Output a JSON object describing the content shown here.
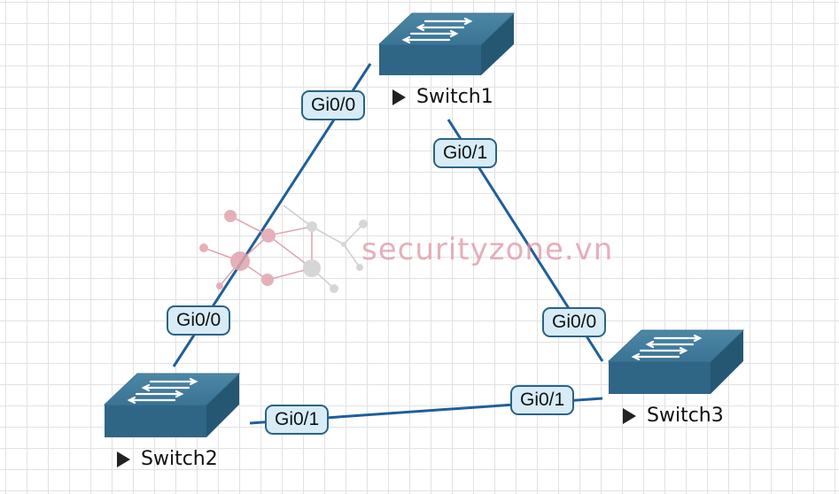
{
  "topology": {
    "devices": [
      {
        "id": "switch1",
        "name": "Switch1"
      },
      {
        "id": "switch2",
        "name": "Switch2"
      },
      {
        "id": "switch3",
        "name": "Switch3"
      }
    ],
    "links": [
      {
        "from": "Switch1",
        "from_port": "Gi0/0",
        "to": "Switch2",
        "to_port": "Gi0/0"
      },
      {
        "from": "Switch1",
        "from_port": "Gi0/1",
        "to": "Switch3",
        "to_port": "Gi0/0"
      },
      {
        "from": "Switch2",
        "from_port": "Gi0/1",
        "to": "Switch3",
        "to_port": "Gi0/1"
      }
    ],
    "device_icon": "switch-icon",
    "link_color": "#1f5f99",
    "switch_color": "#2f6685"
  },
  "watermark": {
    "text": "securityzone.vn",
    "logo_icon": "network-nodes-logo"
  }
}
